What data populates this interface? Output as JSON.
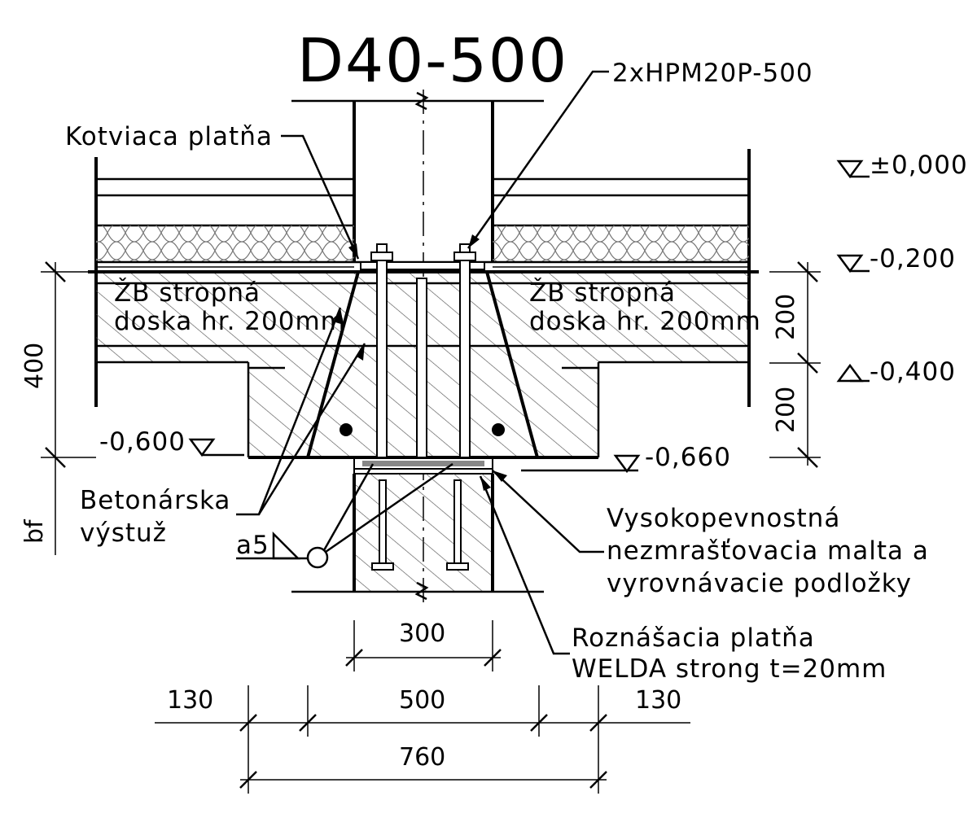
{
  "title": "D40-500",
  "labels": {
    "anchor_bolts": "2xHPM20P-500",
    "anchor_plate": "Kotviaca platňa",
    "slab_left_line1": "ŽB stropná",
    "slab_left_line2": "doska hr. 200mm",
    "slab_right_line1": "ŽB stropná",
    "slab_right_line2": "doska hr. 200mm",
    "rebar_line1": "Betonárska",
    "rebar_line2": "výstuž",
    "weld": "a5",
    "grout_line1": "Vysokopevnostná",
    "grout_line2": "nezmrašťovacia malta a",
    "grout_line3": "vyrovnávacie podložky",
    "spread_line1": "Roznášacia platňa",
    "spread_line2": "WELDA strong t=20mm"
  },
  "levels": {
    "l0": "±0,000",
    "l200": "-0,200",
    "l400": "-0,400",
    "l600": "-0,600",
    "l660": "-0,660"
  },
  "dimensions": {
    "d400": "400",
    "dbf": "bf",
    "d200_top": "200",
    "d200_bottom": "200",
    "d300": "300",
    "d130_left": "130",
    "d500": "500",
    "d130_right": "130",
    "d760": "760"
  }
}
